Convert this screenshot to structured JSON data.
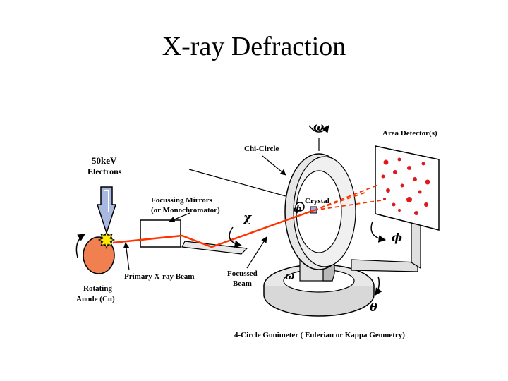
{
  "title": "X-ray Defraction",
  "labels": {
    "electrons_energy": "50keV",
    "electrons": "Electrons",
    "focussing_mirrors_1": "Focussing Mirrors",
    "focussing_mirrors_2": "(or Monochromator)",
    "primary_beam": "Primary X-ray Beam",
    "rotating_1": "Rotating",
    "rotating_2": "Anode (Cu)",
    "focussed_1": "Focussed",
    "focussed_2": "Beam",
    "chi_circle": "Chi-Circle",
    "crystal": "Crystal",
    "area_detector": "Area Detector(s)",
    "goniometer": "4-Circle Gonimeter ( Eulerian or Kappa Geometry)"
  },
  "greek": {
    "omega_top": "ω",
    "omega_base": "ω",
    "chi": "χ",
    "phi": "ϕ",
    "phi_small": "ϕ",
    "theta": "θ"
  },
  "colors": {
    "beam": "#ff3300",
    "anode": "#f08050",
    "electron_arrow": "#a8b8e0",
    "spot": "#e0181e",
    "crystal": "#9aa8e8"
  }
}
